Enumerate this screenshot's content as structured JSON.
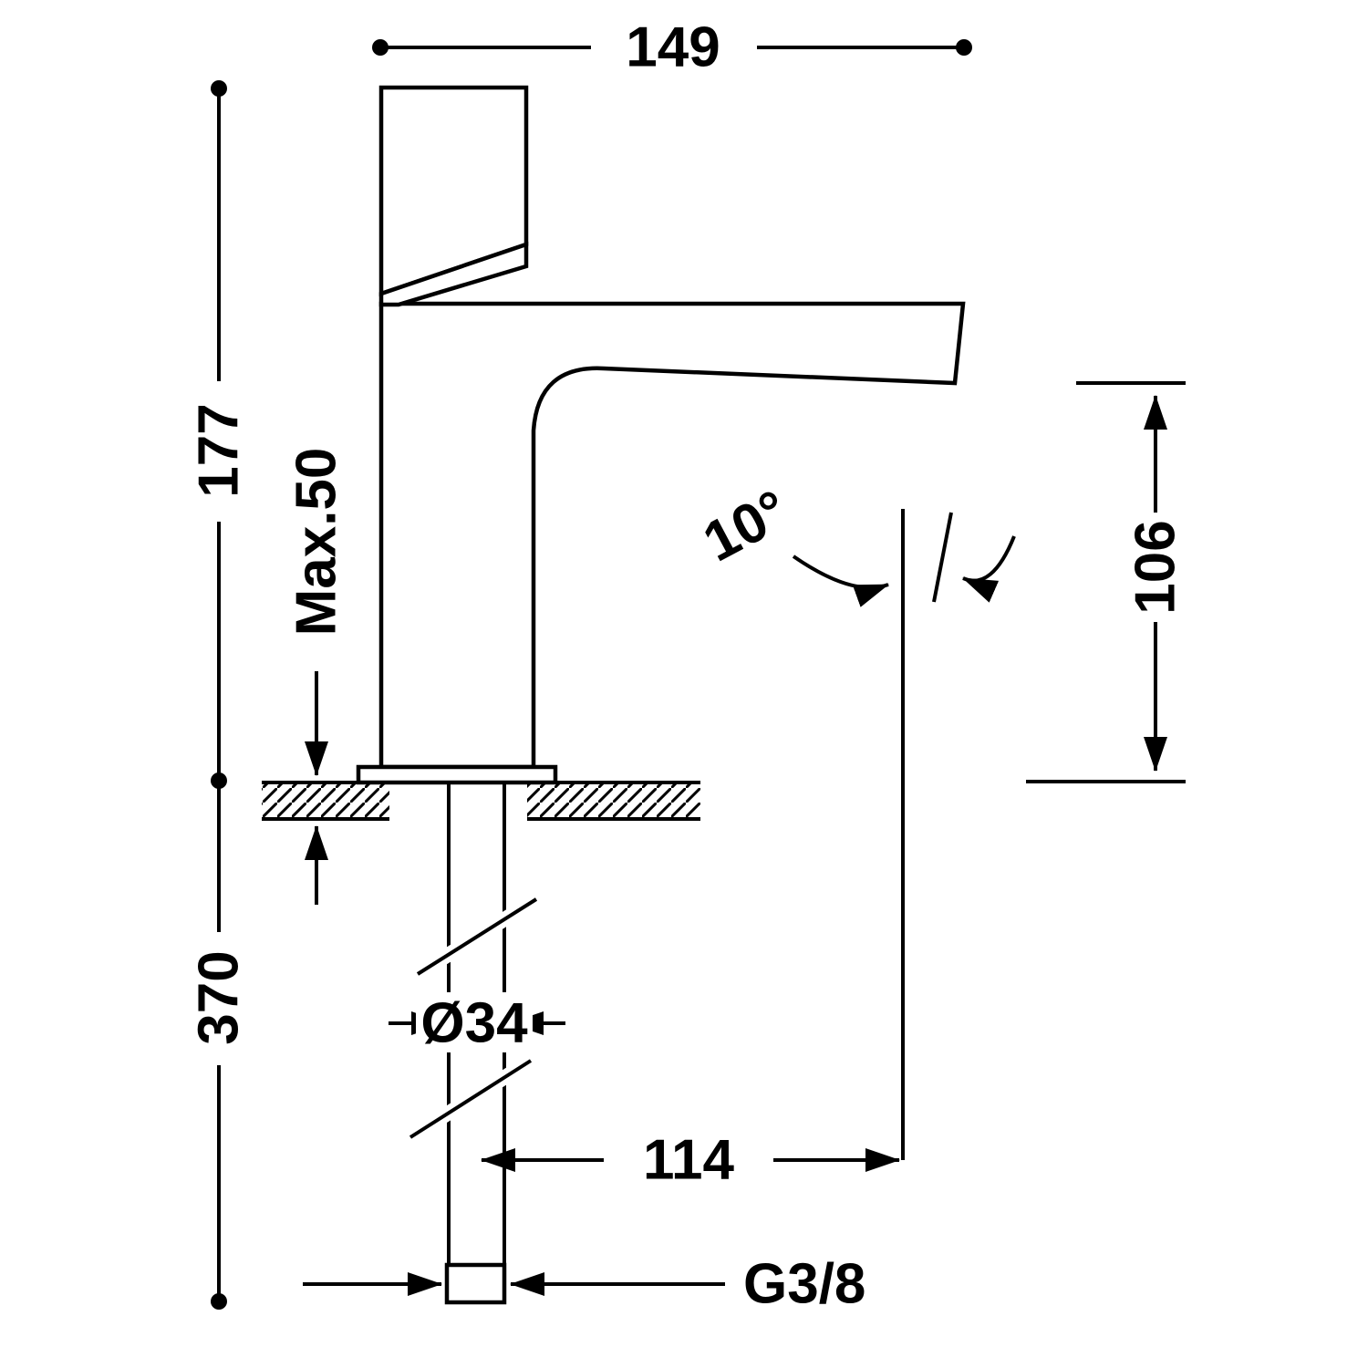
{
  "page": {
    "background": "#ffffff",
    "ink": "#000000"
  },
  "drawing": {
    "labels": {
      "width_top": "149",
      "height_total": "177",
      "counter_thickness_max": "Max.50",
      "outlet_height": "106",
      "outlet_angle": "10°",
      "supply_pipe_length": "370",
      "body_diameter": "Ø34",
      "outlet_reach": "114",
      "thread_size": "G3/8"
    }
  }
}
